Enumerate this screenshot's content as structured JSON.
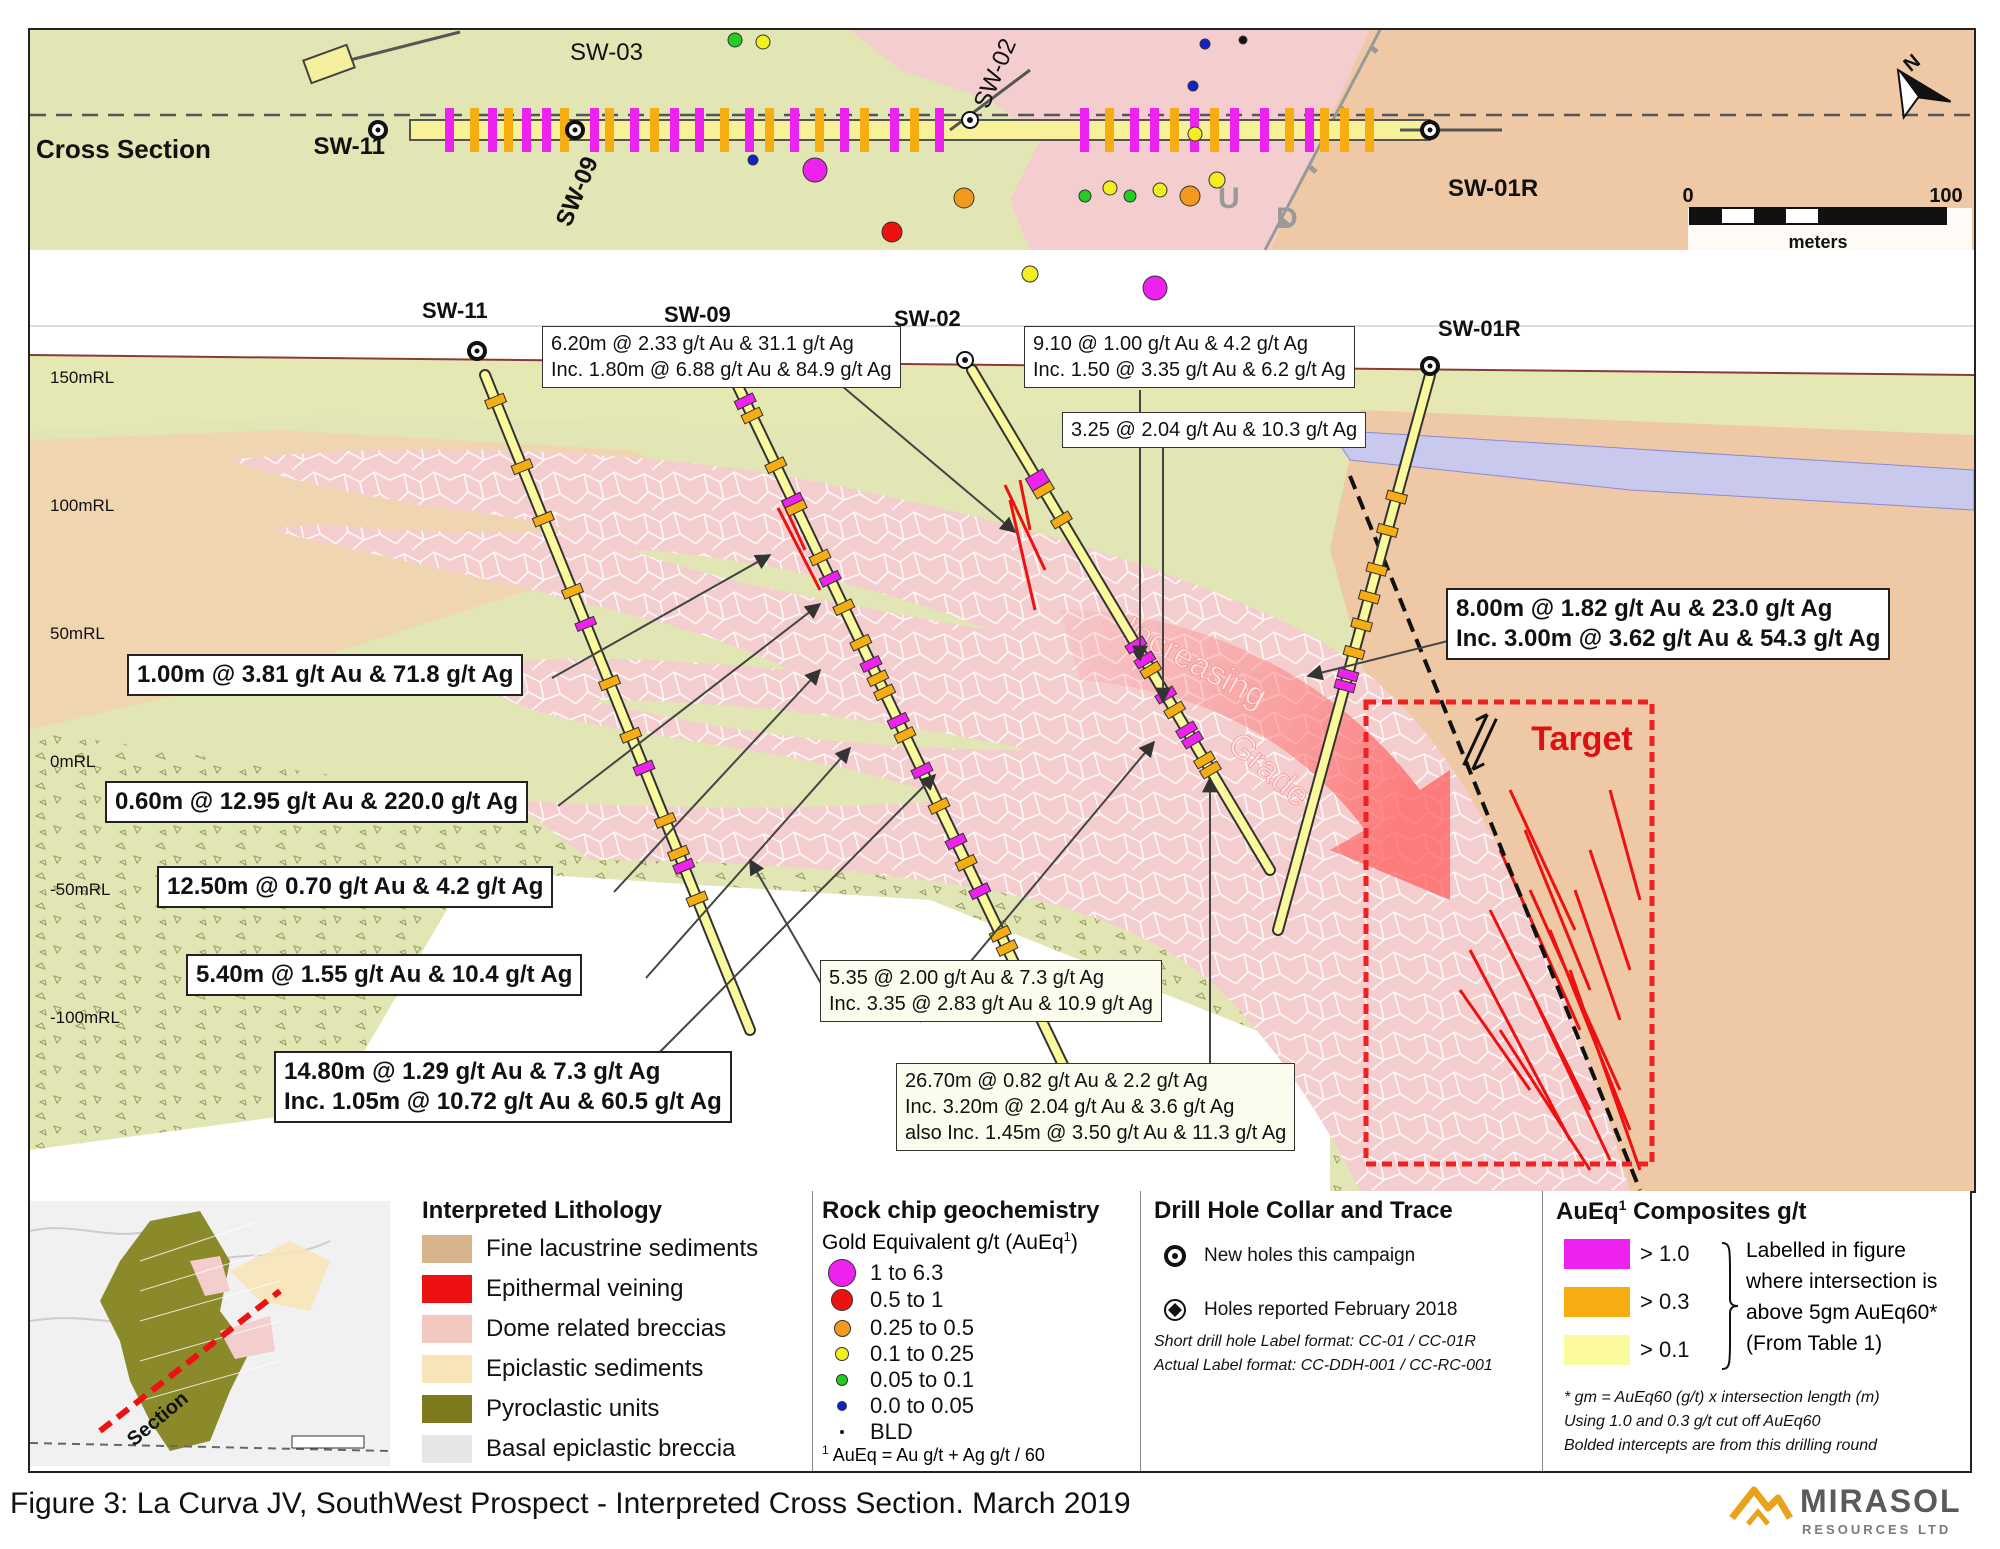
{
  "plan": {
    "labels": {
      "sw03": "SW-03",
      "sw02": "SW-02",
      "sw11": "SW-11",
      "sw09": "SW-09",
      "sw01r": "SW-01R",
      "cross_section": "Cross Section",
      "u": "U",
      "d": "D"
    },
    "scale": {
      "zero": "0",
      "max": "100",
      "unit": "meters"
    }
  },
  "section": {
    "holes": {
      "sw11": "SW-11",
      "sw09": "SW-09",
      "sw02": "SW-02",
      "sw01r": "SW-01R"
    },
    "rl_labels": [
      "150mRL",
      "100mRL",
      "50mRL",
      "0mRL",
      "-50mRL",
      "-100mRL"
    ],
    "intercepts": {
      "i1": [
        "6.20m @ 2.33 g/t Au & 31.1 g/t Ag",
        "Inc. 1.80m @ 6.88 g/t Au & 84.9 g/t Ag"
      ],
      "i2": [
        "9.10 @ 1.00 g/t Au & 4.2 g/t Ag",
        "Inc. 1.50 @ 3.35 g/t Au & 6.2 g/t Ag"
      ],
      "i3": [
        "3.25 @ 2.04 g/t Au & 10.3 g/t Ag"
      ],
      "i4": [
        "8.00m @ 1.82 g/t Au & 23.0 g/t Ag",
        "Inc. 3.00m @ 3.62 g/t Au & 54.3 g/t Ag"
      ],
      "i5": [
        "1.00m @ 3.81 g/t Au & 71.8 g/t Ag"
      ],
      "i6": [
        "0.60m @ 12.95 g/t Au & 220.0 g/t Ag"
      ],
      "i7": [
        "12.50m @ 0.70 g/t Au & 4.2 g/t Ag"
      ],
      "i8": [
        "5.40m @ 1.55 g/t Au & 10.4 g/t Ag"
      ],
      "i9": [
        "5.35 @ 2.00 g/t Au & 7.3 g/t Ag",
        "Inc. 3.35 @ 2.83 g/t Au & 10.9 g/t Ag"
      ],
      "i10": [
        "14.80m @ 1.29 g/t Au & 7.3 g/t Ag",
        "Inc. 1.05m @ 10.72 g/t Au & 60.5 g/t Ag"
      ],
      "i11": [
        "26.70m @ 0.82 g/t Au & 2.2 g/t Ag",
        "Inc. 3.20m @ 2.04 g/t Au & 3.6 g/t Ag",
        "also Inc. 1.45m @ 3.50 g/t Au & 11.3 g/t Ag"
      ]
    },
    "increasing_line1": "Increasing",
    "increasing_line2": "Grade",
    "target": "Target"
  },
  "inset": {
    "section_label": "Section"
  },
  "legend": {
    "lithology": {
      "title": "Interpreted Lithology",
      "items": [
        {
          "label": "Fine lacustrine sediments",
          "color": "#d8b48c"
        },
        {
          "label": "Epithermal veining",
          "color": "#ee1111"
        },
        {
          "label": "Dome related breccias",
          "color": "#f2c8c0"
        },
        {
          "label": "Epiclastic sediments",
          "color": "#f7e4b8"
        },
        {
          "label": "Pyroclastic units",
          "color": "#7d7a1e"
        },
        {
          "label": "Basal epiclastic breccia",
          "color": "#e6e6e6"
        }
      ]
    },
    "geochem": {
      "title": "Rock chip geochemistry",
      "subtitle": "Gold Equivalent g/t (AuEq",
      "subtitle_sup": "1",
      "subtitle_end": ")",
      "items": [
        {
          "label": "1 to 6.3",
          "color": "#ee22ee"
        },
        {
          "label": "0.5 to 1",
          "color": "#ee1111"
        },
        {
          "label": "0.25 to 0.5",
          "color": "#f39a1e"
        },
        {
          "label": "0.1 to 0.25",
          "color": "#f2ee22"
        },
        {
          "label": "0.05 to 0.1",
          "color": "#22cc22"
        },
        {
          "label": "0.0 to 0.05",
          "color": "#1122cc"
        },
        {
          "label": "BLD",
          "color": "#111111"
        }
      ],
      "footnote_sup": "1",
      "footnote": "AuEq = Au g/t + Ag g/t / 60"
    },
    "collar": {
      "title": "Drill Hole Collar and Trace",
      "new_holes": "New holes this campaign",
      "reported": "Holes reported February 2018",
      "note1": "Short drill hole Label format: CC-01 / CC-01R",
      "note2": "Actual Label format: CC-DDH-001 / CC-RC-001"
    },
    "composites": {
      "title": "AuEq",
      "title_sup": "1",
      "title_end": " Composites g/t",
      "items": [
        {
          "label": "> 1.0",
          "color": "#ee22ee"
        },
        {
          "label": "> 0.3",
          "color": "#f5ad12"
        },
        {
          "label": "> 0.1",
          "color": "#fafa9c"
        }
      ],
      "side_lines": [
        "Labelled in figure",
        "where intersection is",
        "above 5gm AuEq60*",
        "(From Table 1)"
      ],
      "notes": [
        "* gm = AuEq60 (g/t) x intersection length (m)",
        "Using 1.0 and 0.3 g/t cut off AuEq60",
        "Bolded intercepts are from this drilling round"
      ]
    }
  },
  "caption": "Figure 3: La Curva JV, SouthWest Prospect - Interpreted Cross Section. March 2019",
  "logo": {
    "name": "MIRASOL",
    "sub": "RESOURCES LTD"
  }
}
